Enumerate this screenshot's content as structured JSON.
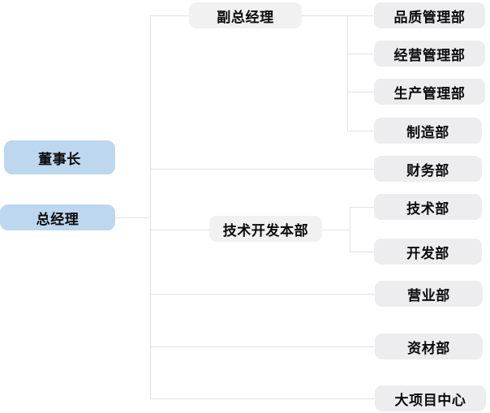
{
  "chart_data": {
    "type": "diagram",
    "diagram_kind": "organizational-chart",
    "title": "",
    "orientation": "left-to-right",
    "colors": {
      "executive_box_fill": "#bdd7ee",
      "department_box_fill": "#ededef",
      "division_box_fill": "#f1f1f2",
      "connector_line": "#e3e3e5",
      "text": "#0b0b0b",
      "background": "#ffffff"
    },
    "nodes": [
      {
        "id": "chairman",
        "label": "董事长",
        "level": "executive"
      },
      {
        "id": "gm",
        "label": "总经理",
        "level": "executive"
      },
      {
        "id": "deputy_gm",
        "label": "副总经理",
        "level": "division"
      },
      {
        "id": "tech_dev_hq",
        "label": "技术开发本部",
        "level": "division"
      },
      {
        "id": "quality",
        "label": "品质管理部",
        "level": "department"
      },
      {
        "id": "operations",
        "label": "经营管理部",
        "level": "department"
      },
      {
        "id": "production",
        "label": "生产管理部",
        "level": "department"
      },
      {
        "id": "manufacture",
        "label": "制造部",
        "level": "department"
      },
      {
        "id": "finance",
        "label": "财务部",
        "level": "department"
      },
      {
        "id": "technology",
        "label": "技术部",
        "level": "department"
      },
      {
        "id": "development",
        "label": "开发部",
        "level": "department"
      },
      {
        "id": "sales",
        "label": "营业部",
        "level": "department"
      },
      {
        "id": "materials",
        "label": "资材部",
        "level": "department"
      },
      {
        "id": "big_project",
        "label": "大项目中心",
        "level": "department"
      }
    ],
    "edges": [
      {
        "from": "gm",
        "to": "deputy_gm"
      },
      {
        "from": "gm",
        "to": "finance"
      },
      {
        "from": "gm",
        "to": "tech_dev_hq"
      },
      {
        "from": "gm",
        "to": "sales"
      },
      {
        "from": "gm",
        "to": "materials"
      },
      {
        "from": "gm",
        "to": "big_project"
      },
      {
        "from": "deputy_gm",
        "to": "quality"
      },
      {
        "from": "deputy_gm",
        "to": "operations"
      },
      {
        "from": "deputy_gm",
        "to": "production"
      },
      {
        "from": "deputy_gm",
        "to": "manufacture"
      },
      {
        "from": "tech_dev_hq",
        "to": "technology"
      },
      {
        "from": "tech_dev_hq",
        "to": "development"
      }
    ]
  },
  "nodes": {
    "chairman": {
      "label": "董事长"
    },
    "gm": {
      "label": "总经理"
    },
    "deputy_gm": {
      "label": "副总经理"
    },
    "tech_dev_hq": {
      "label": "技术开发本部"
    },
    "quality": {
      "label": "品质管理部"
    },
    "operations": {
      "label": "经营管理部"
    },
    "production": {
      "label": "生产管理部"
    },
    "manufacture": {
      "label": "制造部"
    },
    "finance": {
      "label": "财务部"
    },
    "technology": {
      "label": "技术部"
    },
    "development": {
      "label": "开发部"
    },
    "sales": {
      "label": "营业部"
    },
    "materials": {
      "label": "资材部"
    },
    "big_project": {
      "label": "大项目中心"
    }
  }
}
